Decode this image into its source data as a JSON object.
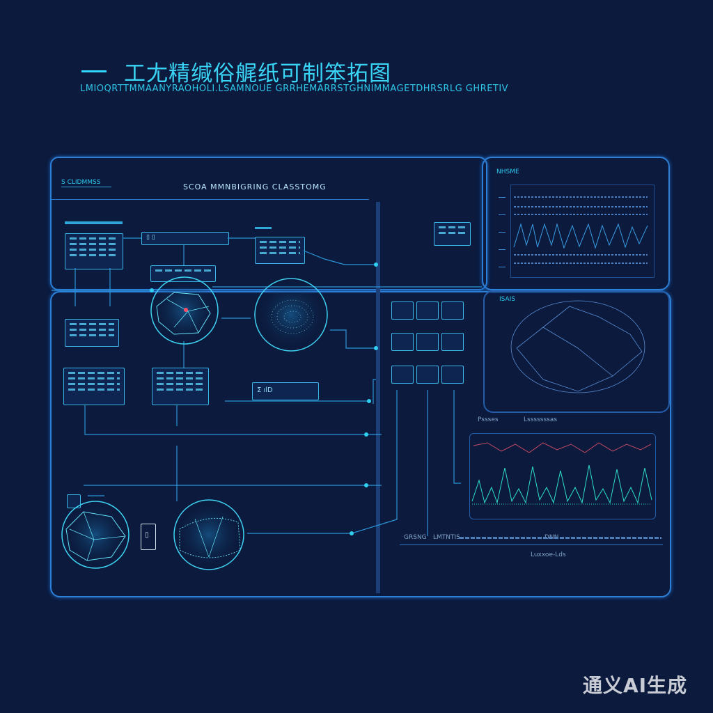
{
  "header": {
    "title": "工尢精缄俗艉纸可制笨拓图",
    "subtitle": "LMIOQRTTMMAANYRAOHOLI.LSAMNOUE GRRHEMARRSTGHNIMMAGETDHRSRLG GHRETIV"
  },
  "left_panel": {
    "tag": "S CLIDMMSS",
    "heading": "SCOA MMNBIGRING    CLASSTOMG"
  },
  "nodes": {
    "top_bar": "▯  ▯",
    "mid_box": "Σ ılD",
    "bottom_badge": "▯"
  },
  "right_panels": {
    "chart_top_tag": "NHSME",
    "network_tag": "ISAIS",
    "wave_label_a": "Pssses",
    "wave_label_b": "Lsssssssas",
    "footer_a": "GRSNG",
    "footer_b": "LMTNTIS",
    "footer_c": "DNN",
    "footer_d": "Luxxoe-Lds"
  },
  "watermark": "通义AI生成",
  "colors": {
    "background": "#0b1a3d",
    "accent": "#3fd3ee",
    "frame": "#2e7fd6"
  }
}
